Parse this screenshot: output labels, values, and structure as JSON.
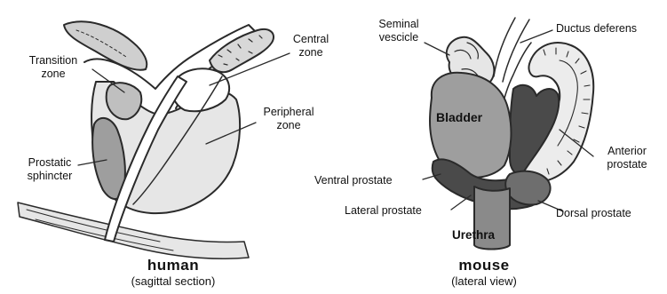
{
  "human": {
    "labels": {
      "transition_zone": [
        "Transition",
        "zone"
      ],
      "central_zone": [
        "Central",
        "zone"
      ],
      "peripheral_zone": [
        "Peripheral",
        "zone"
      ],
      "prostatic_sphincter": [
        "Prostatic",
        "sphincter"
      ]
    },
    "caption": {
      "title": "human",
      "subtitle": "(sagittal section)"
    }
  },
  "mouse": {
    "labels": {
      "seminal_vesicle": [
        "Seminal",
        "vescicle"
      ],
      "ductus_deferens": "Ductus deferens",
      "bladder": "Bladder",
      "anterior_prostate": [
        "Anterior",
        "prostate"
      ],
      "ventral_prostate": "Ventral prostate",
      "lateral_prostate": "Lateral prostate",
      "dorsal_prostate": "Dorsal prostate",
      "urethra": "Urethra"
    },
    "caption": {
      "title": "mouse",
      "subtitle": "(lateral view)"
    }
  },
  "colors": {
    "outline": "#2a2a2a",
    "light_tissue": "#e6e6e6",
    "mid_tissue": "#9e9e9e",
    "dark_tissue": "#4a4a4a",
    "background": "#ffffff"
  }
}
